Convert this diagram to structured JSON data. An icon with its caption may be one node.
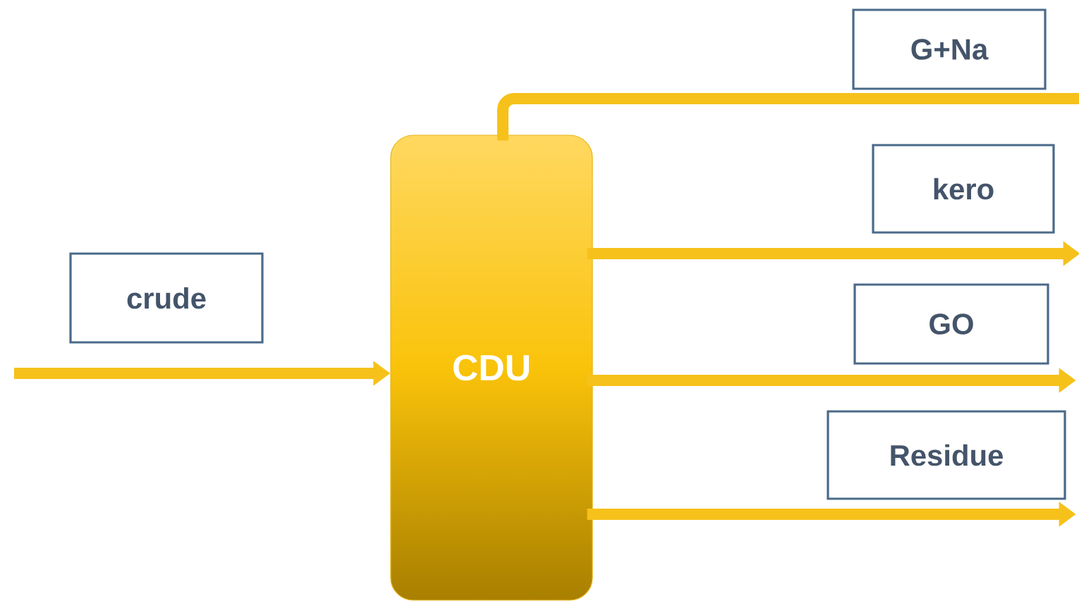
{
  "diagram": {
    "nodes": [
      {
        "text": [
          "crude"
        ]
      },
      {
        "text": [
          "CDU"
        ]
      },
      {
        "text": [
          "G+Na"
        ]
      },
      {
        "text": [
          "kero"
        ]
      },
      {
        "text": [
          "GO"
        ]
      },
      {
        "text": [
          "Residue"
        ]
      }
    ],
    "edges": [
      {
        "from": null,
        "to": 1,
        "arrow": "to"
      },
      {
        "from": 1,
        "to": null,
        "arrow": "none"
      },
      {
        "from": 1,
        "to": 3,
        "arrow": "to"
      },
      {
        "from": 1,
        "to": 4,
        "arrow": "to"
      },
      {
        "from": 1,
        "to": 5,
        "arrow": "to"
      }
    ]
  }
}
